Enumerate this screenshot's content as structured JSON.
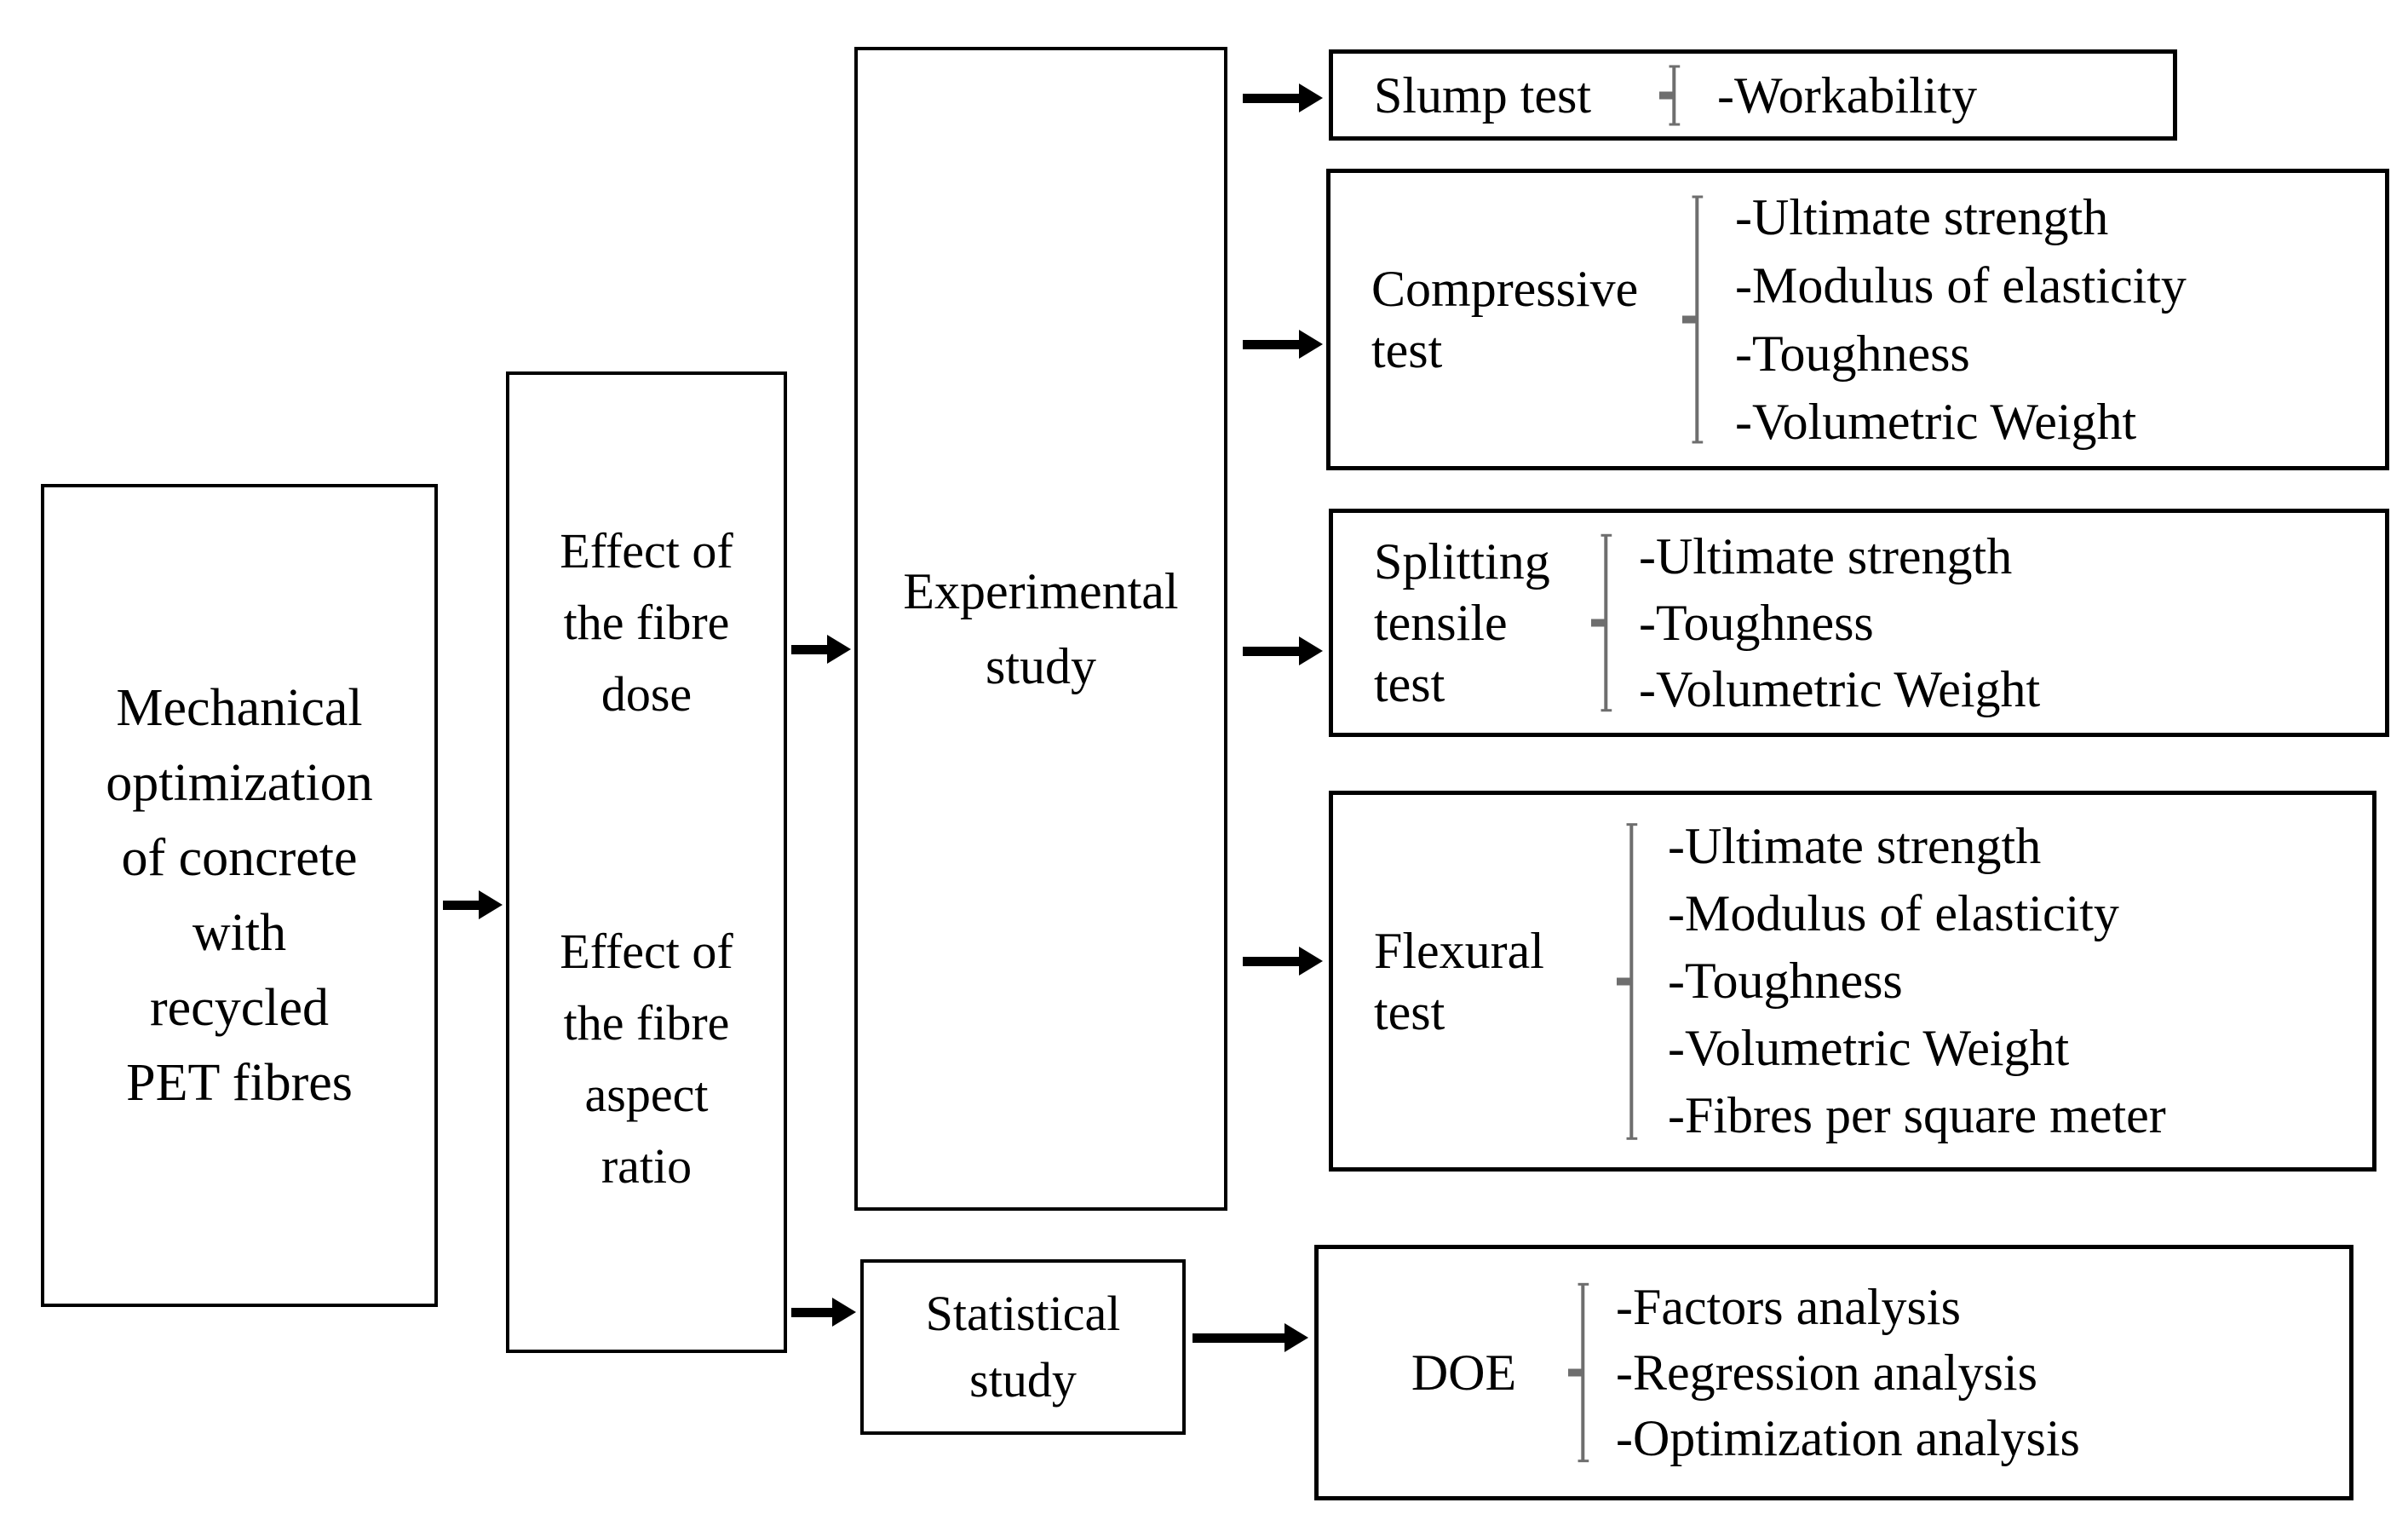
{
  "title_box": {
    "lines": [
      "Mechanical",
      "optimization",
      "of concrete",
      "with",
      "recycled",
      "PET fibres"
    ]
  },
  "effects_box": {
    "dose_lines": [
      "Effect of",
      "the fibre",
      "dose"
    ],
    "aspect_lines": [
      "Effect of",
      "the fibre",
      "aspect",
      "ratio"
    ]
  },
  "experimental_box": {
    "lines": [
      "Experimental",
      "study"
    ]
  },
  "statistical_box": {
    "lines": [
      "Statistical",
      "study"
    ]
  },
  "tests": [
    {
      "name": "slump",
      "label_lines": [
        "Slump test"
      ],
      "outputs": [
        "-Workability"
      ]
    },
    {
      "name": "compressive",
      "label_lines": [
        "Compressive",
        "test"
      ],
      "outputs": [
        "-Ultimate strength",
        "-Modulus of elasticity",
        "-Toughness",
        "-Volumetric Weight"
      ]
    },
    {
      "name": "splitting",
      "label_lines": [
        "Splitting",
        "tensile",
        "test"
      ],
      "outputs": [
        "-Ultimate strength",
        "-Toughness",
        "-Volumetric Weight"
      ]
    },
    {
      "name": "flexural",
      "label_lines": [
        "Flexural",
        "test"
      ],
      "outputs": [
        "-Ultimate strength",
        "-Modulus of elasticity",
        "-Toughness",
        "-Volumetric Weight",
        "-Fibres per square meter"
      ]
    }
  ],
  "doe_box": {
    "label": "DOE",
    "outputs": [
      "-Factors analysis",
      "-Regression analysis",
      "-Optimization analysis"
    ]
  },
  "icons": {
    "arrow": "right-arrow-icon",
    "brace": "brace-icon"
  },
  "colors": {
    "line": "#000000",
    "brace": "#6e6e6e",
    "background": "#ffffff"
  }
}
